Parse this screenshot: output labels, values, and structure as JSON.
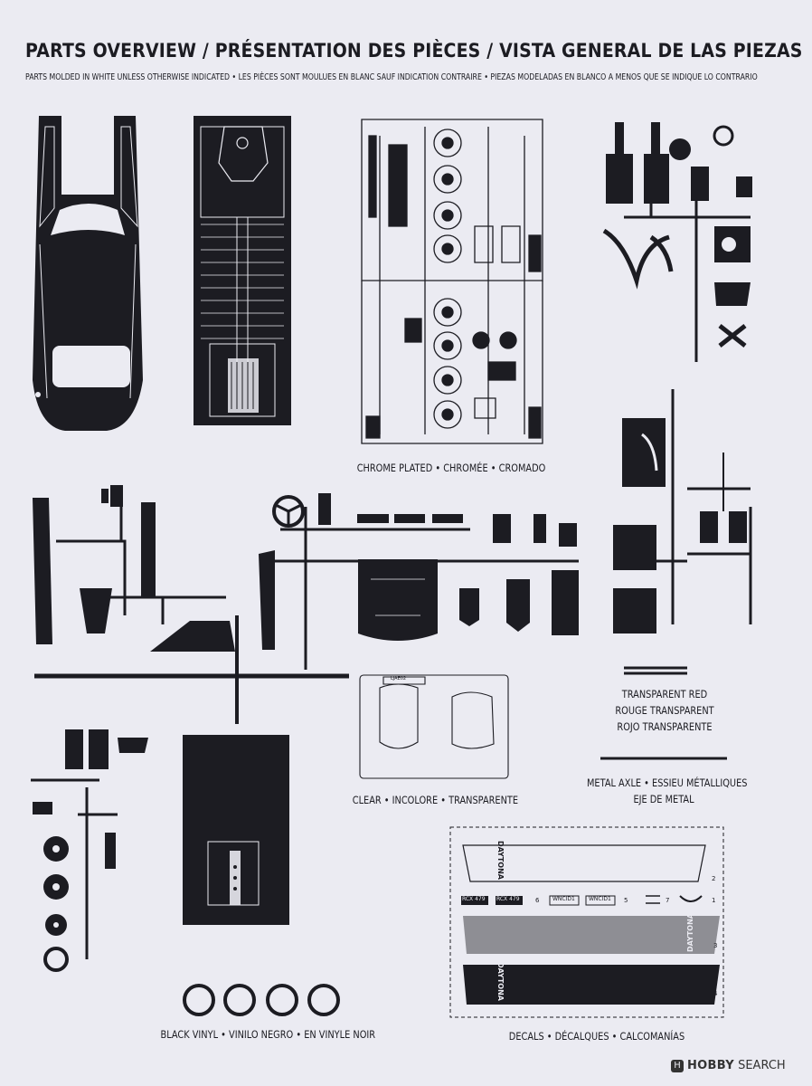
{
  "title": "PARTS OVERVIEW / PRÉSENTATION DES PIÈCES / VISTA GENERAL DE LAS PIEZAS",
  "subtitle": "PARTS MOLDED IN WHITE UNLESS OTHERWISE INDICATED • LES PIÈCES SONT MOULUES EN BLANC SAUF INDICATION CONTRAIRE • PIEZAS MODELADAS EN BLANCO A MENOS QUE SE INDIQUE LO CONTRARIO",
  "labels": {
    "chrome": "CHROME PLATED • CHROMÉE • CROMADO",
    "transparent_red": [
      "TRANSPARENT RED",
      "ROUGE TRANSPARENT",
      "ROJO TRANSPARENTE"
    ],
    "metal_axle": [
      "METAL AXLE • ESSIEU MÉTALLIQUES",
      "EJE DE METAL"
    ],
    "clear": "CLEAR • INCOLORE • TRANSPARENTE",
    "black_vinyl": "BLACK VINYL • VINILO NEGRO • EN VINYLE NOIR",
    "decals": "DECALS • DÉCALQUES • CALCOMANÍAS"
  },
  "decal_sheet": {
    "brand_text": "DAYTONA",
    "plate_text": "RCX 479",
    "small_tags": [
      "WNCID1",
      "WNCID1"
    ],
    "numbers": [
      "1",
      "2",
      "3",
      "4",
      "5",
      "6",
      "7"
    ],
    "clear_tag": "LJAE02"
  },
  "watermark": {
    "logo": "H",
    "brand": "HOBBY",
    "suffix": "SEARCH"
  },
  "colors": {
    "background": "#ebebf2",
    "ink": "#1c1c22",
    "decal_gray": "#8e8e94"
  }
}
